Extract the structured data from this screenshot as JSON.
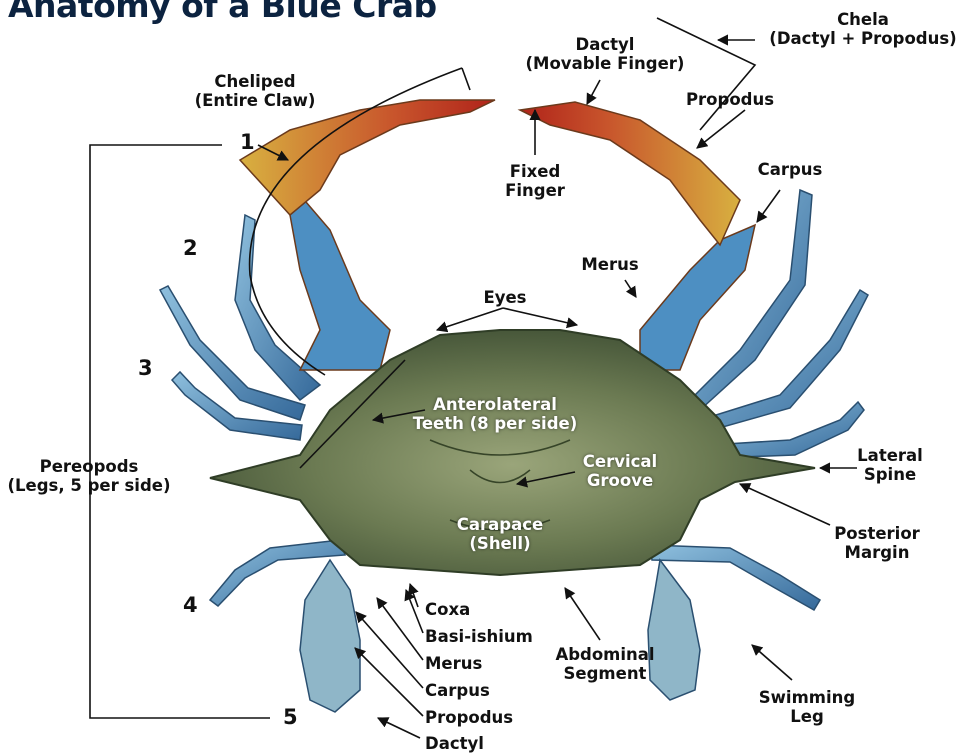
{
  "title": "Anatomy of a Blue Crab",
  "labels": {
    "chela": [
      "Chela",
      "(Dactyl + Propodus)"
    ],
    "dactyl_top": [
      "Dactyl",
      "(Movable Finger)"
    ],
    "propodus_top": "Propodus",
    "cheliped": [
      "Cheliped",
      "(Entire Claw)"
    ],
    "fixed_finger": [
      "Fixed",
      "Finger"
    ],
    "carpus_top": "Carpus",
    "merus_top": "Merus",
    "eyes": "Eyes",
    "anterolateral": [
      "Anterolateral",
      "Teeth (8 per side)"
    ],
    "cervical": [
      "Cervical",
      "Groove"
    ],
    "carapace": [
      "Carapace",
      "(Shell)"
    ],
    "lateral_spine": [
      "Lateral",
      "Spine"
    ],
    "posterior_margin": [
      "Posterior",
      "Margin"
    ],
    "pereopods": [
      "Pereopods",
      "(Legs, 5 per side)"
    ],
    "coxa": "Coxa",
    "basi_ishium": "Basi-ishium",
    "merus_leg": "Merus",
    "carpus_leg": "Carpus",
    "propodus_leg": "Propodus",
    "dactyl_leg": "Dactyl",
    "abdominal": [
      "Abdominal",
      "Segment"
    ],
    "swimming_leg": [
      "Swimming",
      "Leg"
    ]
  },
  "leg_numbers": [
    "1",
    "2",
    "3",
    "4",
    "5"
  ],
  "colors": {
    "title": "#0c2340",
    "shell_dark": "#4a5d3c",
    "shell_light": "#8a9a6a",
    "leg_blue": "#3f77a8",
    "leg_light": "#7fb4d8",
    "claw_red": "#c0341c",
    "claw_yellow": "#d8b040"
  }
}
